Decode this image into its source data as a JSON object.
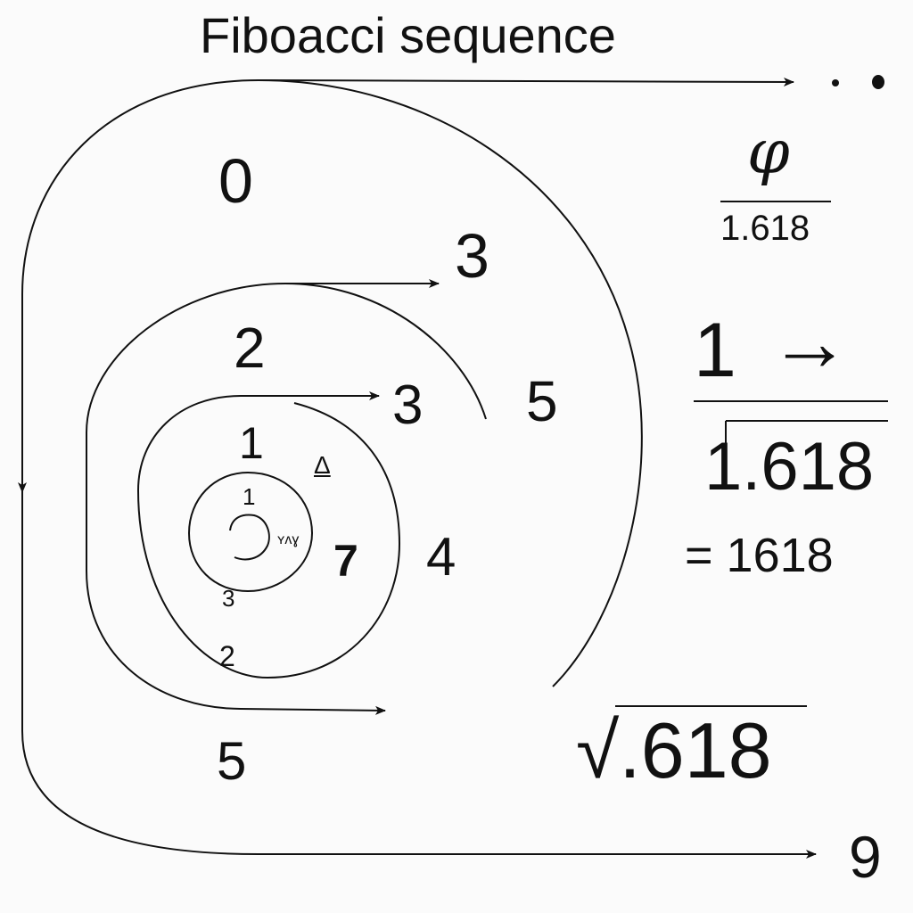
{
  "title": "Fiboacci sequence",
  "spiral_labels": {
    "outer_top": "0",
    "outer_right_top": "3",
    "outer_right": "5",
    "outer_bottom": "5",
    "outer_end": "9",
    "second_top": "2",
    "second_arrow": "3",
    "second_right": "4",
    "third_top": "1",
    "third_right": "7",
    "inner_top": "1",
    "inner_bottom": "3",
    "inner_below": "2",
    "delta": "Δ",
    "scribble": "ʏʌɣ"
  },
  "formulas": {
    "phi_symbol": "φ",
    "phi_value": "1.618",
    "one": "1",
    "arrow": "→",
    "fraction_value": "1.618",
    "equals_value": "= 1618",
    "sqrt_value": "√.618"
  },
  "colors": {
    "ink": "#111111",
    "background": "#fbfbfb"
  }
}
